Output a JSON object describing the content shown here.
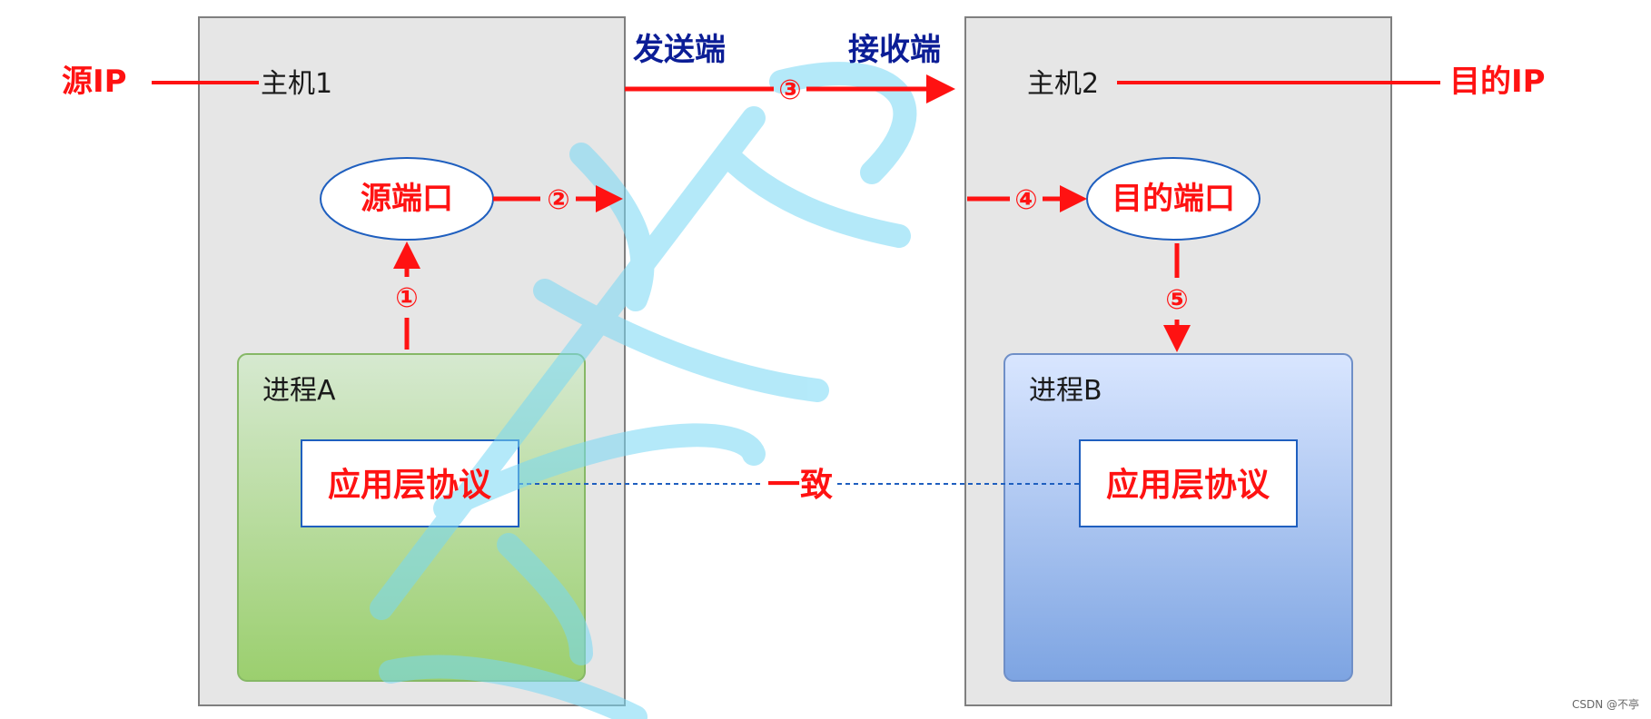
{
  "source_ip_label": "源IP",
  "dest_ip_label": "目的IP",
  "host1": {
    "label": "主机1"
  },
  "host2": {
    "label": "主机2"
  },
  "sender_label": "发送端",
  "receiver_label": "接收端",
  "source_port_label": "源端口",
  "dest_port_label": "目的端口",
  "process_a": {
    "label": "进程A",
    "protocol_label": "应用层协议"
  },
  "process_b": {
    "label": "进程B",
    "protocol_label": "应用层协议"
  },
  "consistent_label": "一致",
  "steps": [
    "①",
    "②",
    "③",
    "④",
    "⑤"
  ],
  "footer_credit": "CSDN @不亭",
  "colors": {
    "accent_red": "#ff1212",
    "heading_blue": "#0b1d96",
    "ellipse_stroke": "#1f5fbf",
    "host_fill": "#e6e6e6",
    "host_stroke": "#7f7f7f",
    "process_a_top": "#d6e9d0",
    "process_a_bottom": "#9bcf6e",
    "process_b_top": "#d9e6ff",
    "process_b_bottom": "#7da4e2",
    "watermark": "#78d8f5"
  }
}
